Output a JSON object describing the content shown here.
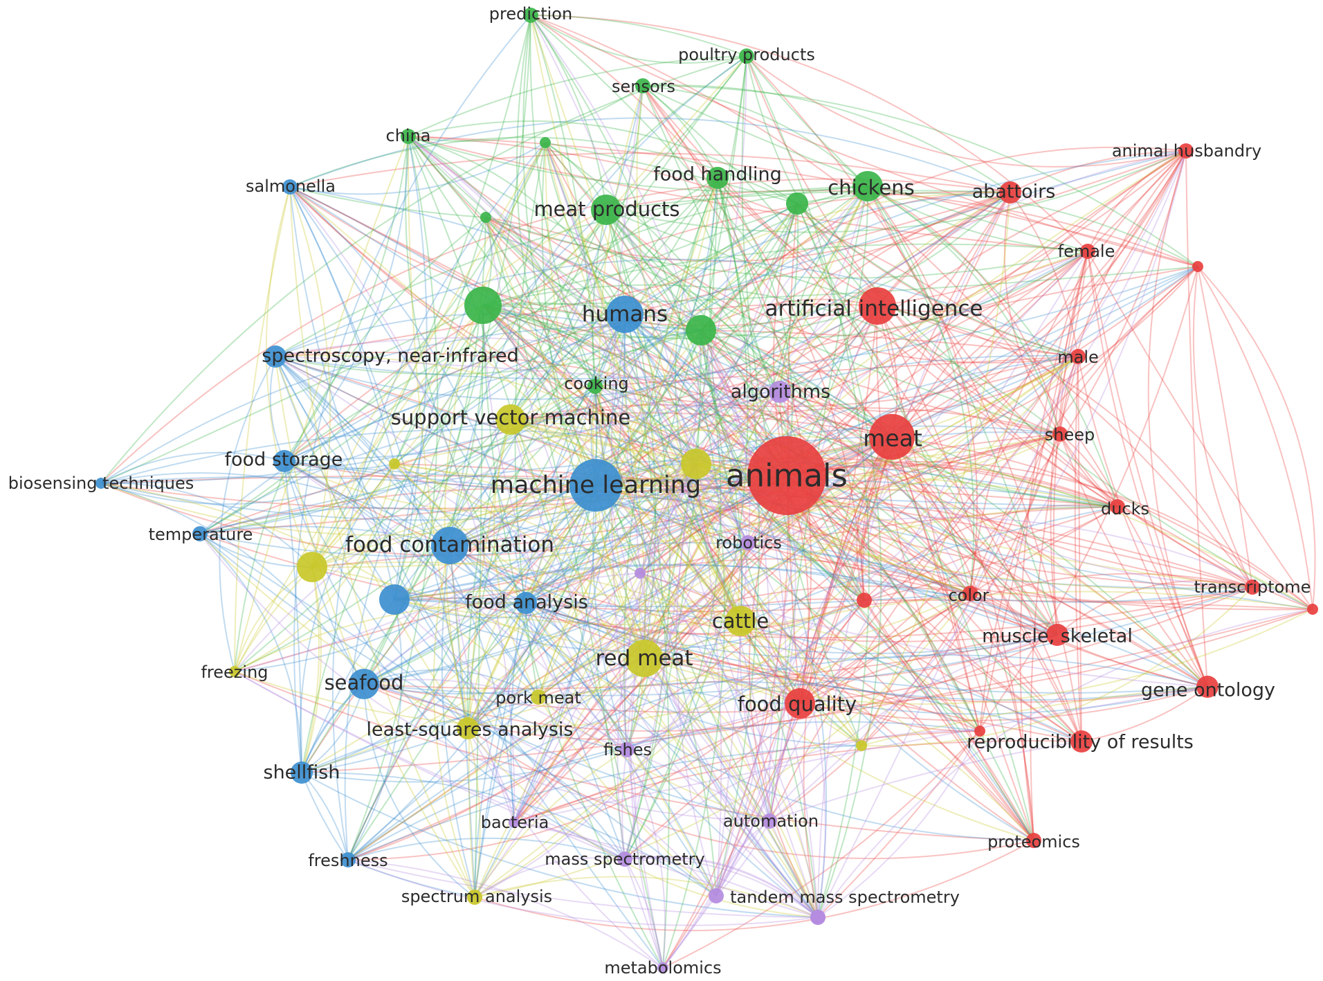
{
  "colors": {
    "red": "#e8403f",
    "green": "#3bb54a",
    "blue": "#3d8fd0",
    "yellow": "#c9c82a",
    "purple": "#b48ce0"
  },
  "clusters": [
    "red",
    "green",
    "blue",
    "yellow",
    "purple"
  ],
  "nodes": [
    {
      "id": "animals",
      "label": "animals",
      "cluster": "red",
      "weight": 10
    },
    {
      "id": "meat",
      "label": "meat",
      "cluster": "red",
      "weight": 6
    },
    {
      "id": "artificial_intelligence",
      "label": "artificial intelligence",
      "cluster": "red",
      "weight": 5
    },
    {
      "id": "food_quality",
      "label": "food quality",
      "cluster": "red",
      "weight": 4
    },
    {
      "id": "abattoirs",
      "label": "abattoirs",
      "cluster": "red",
      "weight": 3
    },
    {
      "id": "animal_husbandry",
      "label": "animal husbandry",
      "cluster": "red",
      "weight": 2
    },
    {
      "id": "female",
      "label": "female",
      "cluster": "red",
      "weight": 2
    },
    {
      "id": "male",
      "label": "male",
      "cluster": "red",
      "weight": 2
    },
    {
      "id": "sheep",
      "label": "sheep",
      "cluster": "red",
      "weight": 2
    },
    {
      "id": "ducks",
      "label": "ducks",
      "cluster": "red",
      "weight": 2
    },
    {
      "id": "color",
      "label": "color",
      "cluster": "red",
      "weight": 2
    },
    {
      "id": "transcriptome",
      "label": "transcriptome",
      "cluster": "red",
      "weight": 2
    },
    {
      "id": "muscle_skeletal",
      "label": "muscle, skeletal",
      "cluster": "red",
      "weight": 3
    },
    {
      "id": "gene_ontology",
      "label": "gene ontology",
      "cluster": "red",
      "weight": 3
    },
    {
      "id": "reproducibility",
      "label": "reproducibility of results",
      "cluster": "red",
      "weight": 3
    },
    {
      "id": "proteomics",
      "label": "proteomics",
      "cluster": "red",
      "weight": 2
    },
    {
      "id": "red_a",
      "label": "",
      "cluster": "red",
      "weight": 1
    },
    {
      "id": "red_b",
      "label": "",
      "cluster": "red",
      "weight": 1
    },
    {
      "id": "red_c",
      "label": "",
      "cluster": "red",
      "weight": 2
    },
    {
      "id": "red_d",
      "label": "",
      "cluster": "red",
      "weight": 1
    },
    {
      "id": "prediction",
      "label": "prediction",
      "cluster": "green",
      "weight": 2
    },
    {
      "id": "poultry_products",
      "label": "poultry products",
      "cluster": "green",
      "weight": 2
    },
    {
      "id": "sensors",
      "label": "sensors",
      "cluster": "green",
      "weight": 2
    },
    {
      "id": "china",
      "label": "china",
      "cluster": "green",
      "weight": 2
    },
    {
      "id": "food_handling",
      "label": "food handling",
      "cluster": "green",
      "weight": 3
    },
    {
      "id": "chickens",
      "label": "chickens",
      "cluster": "green",
      "weight": 4
    },
    {
      "id": "meat_products",
      "label": "meat products",
      "cluster": "green",
      "weight": 4
    },
    {
      "id": "cooking",
      "label": "cooking",
      "cluster": "green",
      "weight": 2
    },
    {
      "id": "green_a",
      "label": "",
      "cluster": "green",
      "weight": 1
    },
    {
      "id": "green_b",
      "label": "",
      "cluster": "green",
      "weight": 1
    },
    {
      "id": "green_c",
      "label": "",
      "cluster": "green",
      "weight": 5
    },
    {
      "id": "green_d",
      "label": "",
      "cluster": "green",
      "weight": 4
    },
    {
      "id": "green_e",
      "label": "",
      "cluster": "green",
      "weight": 3
    },
    {
      "id": "salmonella",
      "label": "salmonella",
      "cluster": "blue",
      "weight": 2
    },
    {
      "id": "humans",
      "label": "humans",
      "cluster": "blue",
      "weight": 5
    },
    {
      "id": "spectroscopy",
      "label": "spectroscopy, near-infrared",
      "cluster": "blue",
      "weight": 3
    },
    {
      "id": "food_storage",
      "label": "food storage",
      "cluster": "blue",
      "weight": 3
    },
    {
      "id": "biosensing",
      "label": "biosensing techniques",
      "cluster": "blue",
      "weight": 1
    },
    {
      "id": "temperature",
      "label": "temperature",
      "cluster": "blue",
      "weight": 2
    },
    {
      "id": "machine_learning",
      "label": "machine learning",
      "cluster": "blue",
      "weight": 7
    },
    {
      "id": "food_contamination",
      "label": "food contamination",
      "cluster": "blue",
      "weight": 5
    },
    {
      "id": "food_analysis",
      "label": "food analysis",
      "cluster": "blue",
      "weight": 3
    },
    {
      "id": "seafood",
      "label": "seafood",
      "cluster": "blue",
      "weight": 4
    },
    {
      "id": "shellfish",
      "label": "shellfish",
      "cluster": "blue",
      "weight": 3
    },
    {
      "id": "freshness",
      "label": "freshness",
      "cluster": "blue",
      "weight": 2
    },
    {
      "id": "blue_a",
      "label": "",
      "cluster": "blue",
      "weight": 4
    },
    {
      "id": "support_vector_machine",
      "label": "support vector machine",
      "cluster": "yellow",
      "weight": 4
    },
    {
      "id": "cattle",
      "label": "cattle",
      "cluster": "yellow",
      "weight": 4
    },
    {
      "id": "red_meat",
      "label": "red meat",
      "cluster": "yellow",
      "weight": 5
    },
    {
      "id": "freezing",
      "label": "freezing",
      "cluster": "yellow",
      "weight": 1
    },
    {
      "id": "pork_meat",
      "label": "pork meat",
      "cluster": "yellow",
      "weight": 2
    },
    {
      "id": "least_squares",
      "label": "least-squares analysis",
      "cluster": "yellow",
      "weight": 3
    },
    {
      "id": "spectrum_analysis",
      "label": "spectrum analysis",
      "cluster": "yellow",
      "weight": 2
    },
    {
      "id": "yellow_a",
      "label": "",
      "cluster": "yellow",
      "weight": 4
    },
    {
      "id": "yellow_b",
      "label": "",
      "cluster": "yellow",
      "weight": 4
    },
    {
      "id": "yellow_c",
      "label": "",
      "cluster": "yellow",
      "weight": 1
    },
    {
      "id": "yellow_d",
      "label": "",
      "cluster": "yellow",
      "weight": 1
    },
    {
      "id": "algorithms",
      "label": "algorithms",
      "cluster": "purple",
      "weight": 3
    },
    {
      "id": "robotics",
      "label": "robotics",
      "cluster": "purple",
      "weight": 2
    },
    {
      "id": "fishes",
      "label": "fishes",
      "cluster": "purple",
      "weight": 2
    },
    {
      "id": "bacteria",
      "label": "bacteria",
      "cluster": "purple",
      "weight": 1
    },
    {
      "id": "automation",
      "label": "automation",
      "cluster": "purple",
      "weight": 2
    },
    {
      "id": "mass_spectrometry",
      "label": "mass spectrometry",
      "cluster": "purple",
      "weight": 2
    },
    {
      "id": "tandem_ms",
      "label": "tandem mass spectrometry",
      "cluster": "purple",
      "weight": 2
    },
    {
      "id": "metabolomics",
      "label": "metabolomics",
      "cluster": "purple",
      "weight": 1
    },
    {
      "id": "purple_a",
      "label": "",
      "cluster": "purple",
      "weight": 1
    },
    {
      "id": "purple_b",
      "label": "",
      "cluster": "purple",
      "weight": 2
    },
    {
      "id": "purple_c",
      "label": "",
      "cluster": "purple",
      "weight": 2
    }
  ]
}
